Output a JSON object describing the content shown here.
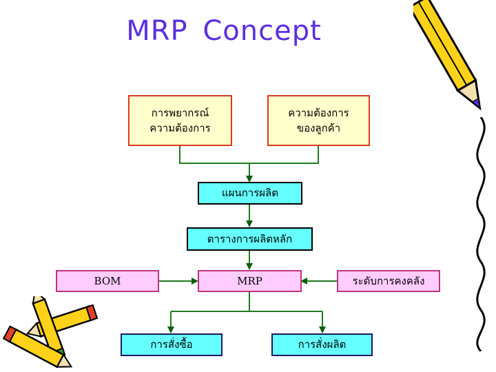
{
  "title": "MRP  Concept",
  "boxes": {
    "forecast": {
      "line1": "การพยากรณ์",
      "line2": "ความต้องการ"
    },
    "customer": {
      "line1": "ความต้องการ",
      "line2": "ของลูกค้า"
    },
    "production_plan": "แผนการผลิต",
    "mps": "ตารางการผลิตหลัก",
    "bom": "BOM",
    "mrp": "MRP",
    "inventory": "ระดับการคงคลัง",
    "purchase_order": "การสั่งซื้อ",
    "production_order": "การสั่งผลิต"
  },
  "colors": {
    "title": "#5b2ee0",
    "connector": "#1e7a1e",
    "arrow": "#0d5c0d"
  },
  "decorations": [
    "pencil-icon",
    "pencils-icon",
    "wavy-line"
  ]
}
